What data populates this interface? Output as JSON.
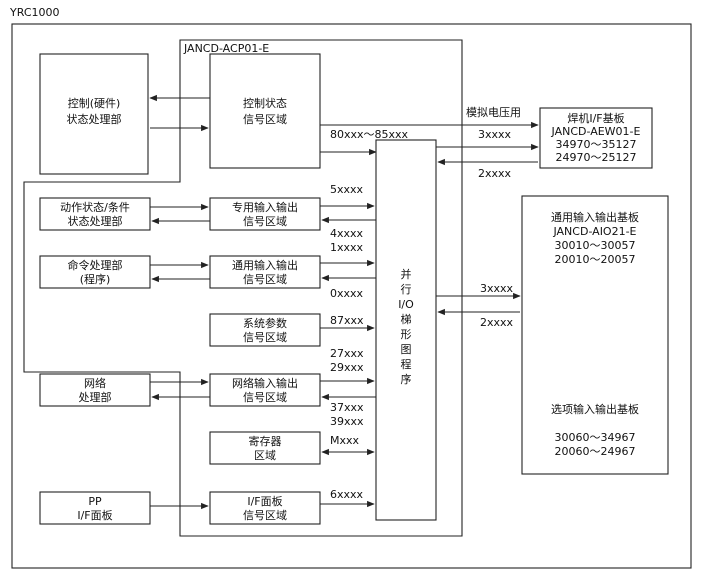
{
  "title": "YRC1000",
  "board": {
    "name": "JANCD-ACP01-E"
  },
  "blocks": {
    "control_hw": [
      "控制(硬件)",
      "状态处理部"
    ],
    "control_state": [
      "控制状态",
      "信号区域"
    ],
    "welder_board": [
      "焊机I/F基板",
      "JANCD-AEW01-E",
      "34970～35127",
      "24970～25127"
    ],
    "motion_proc": [
      "动作状态/条件",
      "状态处理部"
    ],
    "special_io": [
      "专用输入输出",
      "信号区域"
    ],
    "command_proc": [
      "命令处理部",
      "(程序)"
    ],
    "general_io": [
      "通用输入输出",
      "信号区域"
    ],
    "sys_params": [
      "系统参数",
      "信号区域"
    ],
    "network_proc": [
      "网络",
      "处理部"
    ],
    "network_io": [
      "网络输入输出",
      "信号区域"
    ],
    "register": [
      "寄存器",
      "区域"
    ],
    "pp": [
      "PP",
      "I/F面板"
    ],
    "if_panel": [
      "I/F面板",
      "信号区域"
    ],
    "ladder": "并行I/O梯形图程序",
    "general_board": [
      "通用输入输出基板",
      "JANCD-AIO21-E",
      "30010～30057",
      "20010～20057"
    ],
    "option_board": [
      "选项输入输出基板",
      "30060～34967",
      "20060～24967"
    ]
  },
  "signals": {
    "analog_voltage": "模拟电压用",
    "s80_85": "80xxx～85xxx",
    "welder_in": "3xxxx",
    "welder_out": "2xxxx",
    "special_in": "5xxxx",
    "special_out": "4xxxx",
    "general_in": "1xxxx",
    "general_out": "0xxxx",
    "sys_params": "87xxx",
    "net_in_a": "27xxx",
    "net_in_b": "29xxx",
    "net_out_a": "37xxx",
    "net_out_b": "39xxx",
    "register": "Mxxx",
    "if_panel": "6xxxx",
    "board_in": "3xxxx",
    "board_out": "2xxxx"
  }
}
